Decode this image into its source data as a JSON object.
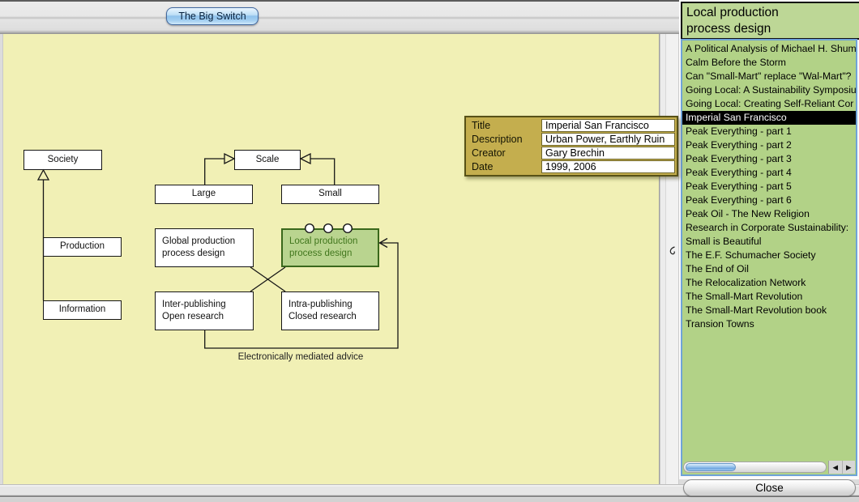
{
  "window": {
    "tab": "The Big Switch"
  },
  "diagram": {
    "society": "Society",
    "scale": "Scale",
    "large": "Large",
    "small": "Small",
    "production": "Production",
    "information": "Information",
    "global": "Global production\nprocess design",
    "local": "Local production\nprocess design",
    "inter": "Inter-publishing\nOpen research",
    "intra": "Intra-publishing\nClosed research",
    "edge_label": "Electronically mediated advice"
  },
  "tooltip": {
    "rows": [
      {
        "label": "Title",
        "value": "Imperial San Francisco"
      },
      {
        "label": "Description",
        "value": "Urban Power, Earthly Ruin"
      },
      {
        "label": "Creator",
        "value": "Gary Brechin"
      },
      {
        "label": "Date",
        "value": "1999, 2006"
      }
    ]
  },
  "panel": {
    "title": "Local production\nprocess design",
    "items": [
      "A Political Analysis of Michael H. Shum",
      "Calm Before the Storm",
      "Can \"Small-Mart\" replace \"Wal-Mart\"?",
      "Going Local: A Sustainability Symposiu",
      "Going Local: Creating Self-Reliant Cor",
      "Imperial San Francisco",
      "Peak Everything - part 1",
      "Peak Everything - part 2",
      "Peak Everything - part 3",
      "Peak Everything - part 4",
      "Peak Everything - part 5",
      "Peak Everything - part 6",
      "Peak Oil - The New Religion",
      "Research in Corporate Sustainability:",
      "Small is Beautiful",
      "The E.F. Schumacher Society",
      "The End of Oil",
      "The Relocalization Network",
      "The Small-Mart Revolution",
      "The Small-Mart Revolution book",
      "Transion Towns"
    ],
    "selected_index": 5,
    "close_button": "Close",
    "scroll_left_icon": "◀",
    "scroll_right_icon": "▶"
  },
  "colors": {
    "canvas_bg": "#f1f0b5",
    "node_green_fill": "#b9d48f",
    "node_green_border": "#3a681c",
    "node_green_text": "#41761d",
    "panel_green": "#b2d287",
    "selection_bg": "#000000",
    "selection_text": "#ffffff",
    "tooltip_bg": "#c4ae4e",
    "tooltip_border": "#575117",
    "focus_ring": "#6fa3d9",
    "tab_blue": "#9cc7ee"
  }
}
